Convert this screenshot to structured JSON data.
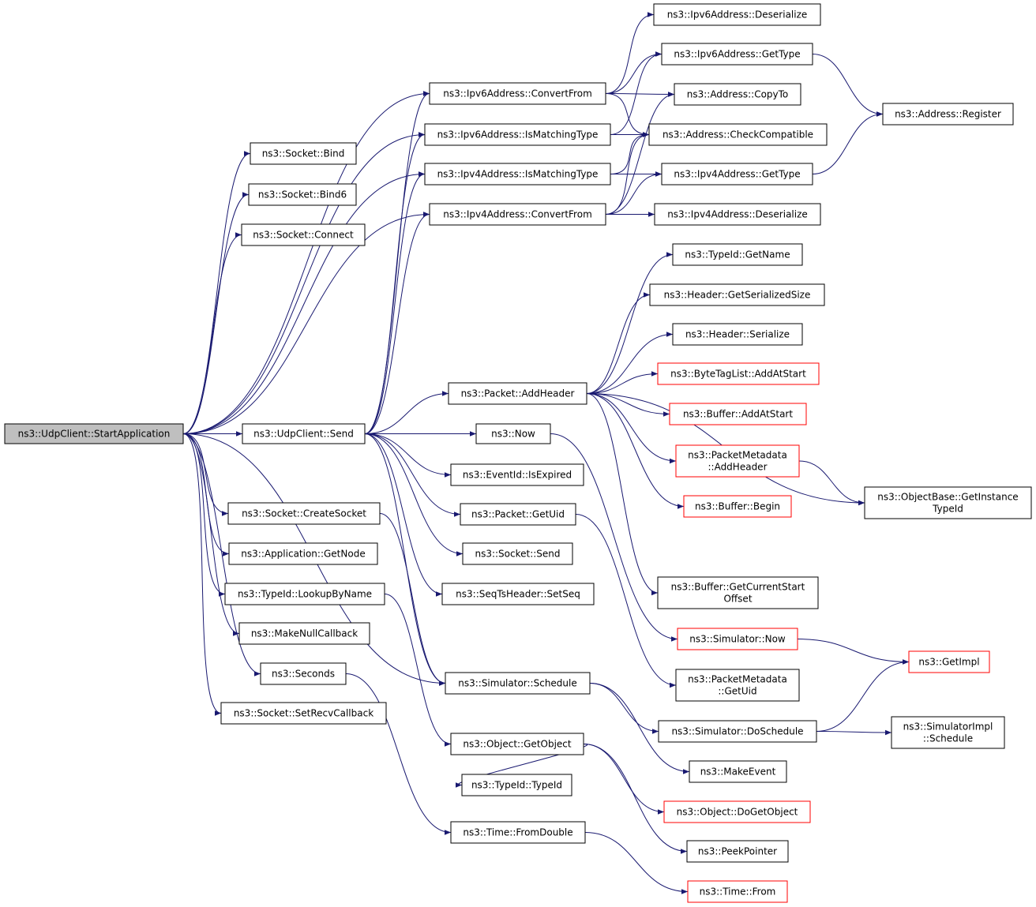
{
  "nodes": [
    {
      "id": "start",
      "lines": [
        "ns3::UdpClient::StartApplication"
      ],
      "root": true
    },
    {
      "id": "bind",
      "lines": [
        "ns3::Socket::Bind"
      ]
    },
    {
      "id": "bind6",
      "lines": [
        "ns3::Socket::Bind6"
      ]
    },
    {
      "id": "connect",
      "lines": [
        "ns3::Socket::Connect"
      ]
    },
    {
      "id": "ipv6cf",
      "lines": [
        "ns3::Ipv6Address::ConvertFrom"
      ]
    },
    {
      "id": "ipv6im",
      "lines": [
        "ns3::Ipv6Address::IsMatchingType"
      ]
    },
    {
      "id": "ipv4im",
      "lines": [
        "ns3::Ipv4Address::IsMatchingType"
      ]
    },
    {
      "id": "ipv4cf",
      "lines": [
        "ns3::Ipv4Address::ConvertFrom"
      ]
    },
    {
      "id": "ipv6des",
      "lines": [
        "ns3::Ipv6Address::Deserialize"
      ]
    },
    {
      "id": "ipv6gt",
      "lines": [
        "ns3::Ipv6Address::GetType"
      ]
    },
    {
      "id": "addrcopy",
      "lines": [
        "ns3::Address::CopyTo"
      ]
    },
    {
      "id": "addrcc",
      "lines": [
        "ns3::Address::CheckCompatible"
      ]
    },
    {
      "id": "ipv4gt",
      "lines": [
        "ns3::Ipv4Address::GetType"
      ]
    },
    {
      "id": "ipv4des",
      "lines": [
        "ns3::Ipv4Address::Deserialize"
      ]
    },
    {
      "id": "addrreg",
      "lines": [
        "ns3::Address::Register"
      ]
    },
    {
      "id": "send",
      "lines": [
        "ns3::UdpClient::Send"
      ]
    },
    {
      "id": "addhdr",
      "lines": [
        "ns3::Packet::AddHeader"
      ]
    },
    {
      "id": "tidname",
      "lines": [
        "ns3::TypeId::GetName"
      ]
    },
    {
      "id": "hdrsize",
      "lines": [
        "ns3::Header::GetSerializedSize"
      ]
    },
    {
      "id": "hdrser",
      "lines": [
        "ns3::Header::Serialize"
      ]
    },
    {
      "id": "btl",
      "lines": [
        "ns3::ByteTagList::AddAtStart"
      ],
      "red": true
    },
    {
      "id": "bufadd",
      "lines": [
        "ns3::Buffer::AddAtStart"
      ],
      "red": true
    },
    {
      "id": "pmadd",
      "lines": [
        "ns3::PacketMetadata",
        "::AddHeader"
      ],
      "red": true
    },
    {
      "id": "bufbegin",
      "lines": [
        "ns3::Buffer::Begin"
      ],
      "red": true
    },
    {
      "id": "bufcso",
      "lines": [
        "ns3::Buffer::GetCurrentStart",
        "Offset"
      ]
    },
    {
      "id": "obgit",
      "lines": [
        "ns3::ObjectBase::GetInstance",
        "TypeId"
      ]
    },
    {
      "id": "now",
      "lines": [
        "ns3::Now"
      ]
    },
    {
      "id": "evexp",
      "lines": [
        "ns3::EventId::IsExpired"
      ]
    },
    {
      "id": "pktuid",
      "lines": [
        "ns3::Packet::GetUid"
      ]
    },
    {
      "id": "socksend",
      "lines": [
        "ns3::Socket::Send"
      ]
    },
    {
      "id": "seqts",
      "lines": [
        "ns3::SeqTsHeader::SetSeq"
      ]
    },
    {
      "id": "simnow",
      "lines": [
        "ns3::Simulator::Now"
      ],
      "red": true
    },
    {
      "id": "getimpl",
      "lines": [
        "ns3::GetImpl"
      ],
      "red": true
    },
    {
      "id": "pmuid",
      "lines": [
        "ns3::PacketMetadata",
        "::GetUid"
      ]
    },
    {
      "id": "createsock",
      "lines": [
        "ns3::Socket::CreateSocket"
      ]
    },
    {
      "id": "getnode",
      "lines": [
        "ns3::Application::GetNode"
      ]
    },
    {
      "id": "lookup",
      "lines": [
        "ns3::TypeId::LookupByName"
      ]
    },
    {
      "id": "nullcb",
      "lines": [
        "ns3::MakeNullCallback"
      ]
    },
    {
      "id": "seconds",
      "lines": [
        "ns3::Seconds"
      ]
    },
    {
      "id": "recvcb",
      "lines": [
        "ns3::Socket::SetRecvCallback"
      ]
    },
    {
      "id": "simsched",
      "lines": [
        "ns3::Simulator::Schedule"
      ]
    },
    {
      "id": "doschedule",
      "lines": [
        "ns3::Simulator::DoSchedule"
      ]
    },
    {
      "id": "simimpl",
      "lines": [
        "ns3::SimulatorImpl",
        "::Schedule"
      ]
    },
    {
      "id": "makeevent",
      "lines": [
        "ns3::MakeEvent"
      ]
    },
    {
      "id": "getobject",
      "lines": [
        "ns3::Object::GetObject"
      ]
    },
    {
      "id": "dogetobject",
      "lines": [
        "ns3::Object::DoGetObject"
      ],
      "red": true
    },
    {
      "id": "peekptr",
      "lines": [
        "ns3::PeekPointer"
      ]
    },
    {
      "id": "typeid",
      "lines": [
        "ns3::TypeId::TypeId"
      ]
    },
    {
      "id": "fromdouble",
      "lines": [
        "ns3::Time::FromDouble"
      ]
    },
    {
      "id": "timefrom",
      "lines": [
        "ns3::Time::From"
      ],
      "red": true
    }
  ],
  "edges": [
    [
      "start",
      "bind"
    ],
    [
      "start",
      "bind6"
    ],
    [
      "start",
      "connect"
    ],
    [
      "start",
      "ipv6cf"
    ],
    [
      "start",
      "ipv6im"
    ],
    [
      "start",
      "ipv4im"
    ],
    [
      "start",
      "ipv4cf"
    ],
    [
      "start",
      "send"
    ],
    [
      "start",
      "createsock"
    ],
    [
      "start",
      "getnode"
    ],
    [
      "start",
      "lookup"
    ],
    [
      "start",
      "nullcb"
    ],
    [
      "start",
      "seconds"
    ],
    [
      "start",
      "recvcb"
    ],
    [
      "start",
      "simsched"
    ],
    [
      "ipv6cf",
      "ipv6des"
    ],
    [
      "ipv6cf",
      "ipv6gt"
    ],
    [
      "ipv6cf",
      "addrcopy"
    ],
    [
      "ipv6cf",
      "addrcc"
    ],
    [
      "ipv6im",
      "addrcc"
    ],
    [
      "ipv6im",
      "ipv6gt"
    ],
    [
      "ipv4im",
      "addrcc"
    ],
    [
      "ipv4im",
      "ipv4gt"
    ],
    [
      "ipv4cf",
      "ipv4des"
    ],
    [
      "ipv4cf",
      "addrcopy"
    ],
    [
      "ipv4cf",
      "addrcc"
    ],
    [
      "ipv4cf",
      "ipv4gt"
    ],
    [
      "ipv6gt",
      "addrreg"
    ],
    [
      "ipv4gt",
      "addrreg"
    ],
    [
      "send",
      "ipv6cf"
    ],
    [
      "send",
      "ipv6im"
    ],
    [
      "send",
      "ipv4im"
    ],
    [
      "send",
      "ipv4cf"
    ],
    [
      "send",
      "addhdr"
    ],
    [
      "send",
      "now"
    ],
    [
      "send",
      "evexp"
    ],
    [
      "send",
      "pktuid"
    ],
    [
      "send",
      "socksend"
    ],
    [
      "send",
      "seqts"
    ],
    [
      "send",
      "simsched"
    ],
    [
      "addhdr",
      "tidname"
    ],
    [
      "addhdr",
      "hdrsize"
    ],
    [
      "addhdr",
      "hdrser"
    ],
    [
      "addhdr",
      "btl"
    ],
    [
      "addhdr",
      "bufadd"
    ],
    [
      "addhdr",
      "pmadd"
    ],
    [
      "addhdr",
      "bufbegin"
    ],
    [
      "addhdr",
      "bufcso"
    ],
    [
      "addhdr",
      "obgit"
    ],
    [
      "pmadd",
      "obgit"
    ],
    [
      "now",
      "simnow"
    ],
    [
      "simnow",
      "getimpl"
    ],
    [
      "pktuid",
      "pmuid"
    ],
    [
      "createsock",
      "simsched"
    ],
    [
      "lookup",
      "getobject"
    ],
    [
      "seconds",
      "fromdouble"
    ],
    [
      "simsched",
      "doschedule"
    ],
    [
      "simsched",
      "makeevent"
    ],
    [
      "doschedule",
      "getimpl"
    ],
    [
      "doschedule",
      "simimpl"
    ],
    [
      "getobject",
      "dogetobject"
    ],
    [
      "getobject",
      "peekptr"
    ],
    [
      "getobject",
      "typeid"
    ],
    [
      "fromdouble",
      "timefrom"
    ]
  ]
}
